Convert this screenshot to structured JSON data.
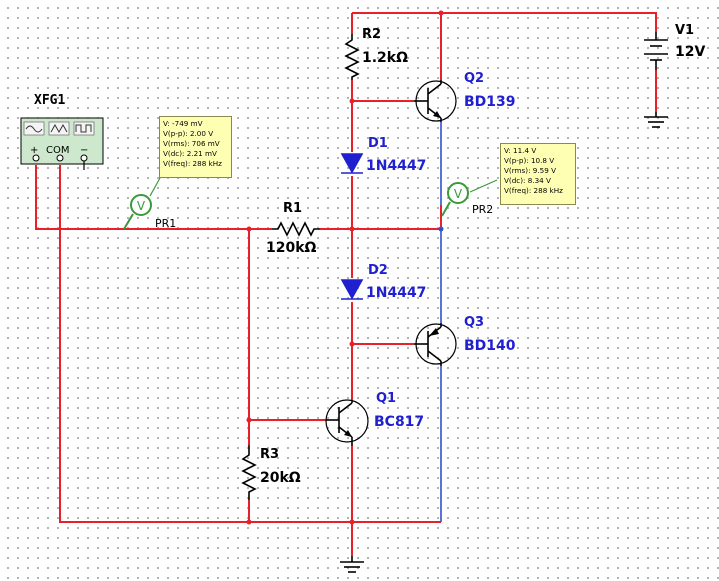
{
  "components": {
    "xfg1": {
      "ref": "XFG1",
      "plus": "+",
      "com": "COM",
      "minus": "−"
    },
    "v1": {
      "ref": "V1",
      "value": "12V"
    },
    "r1": {
      "ref": "R1",
      "value": "120kΩ"
    },
    "r2": {
      "ref": "R2",
      "value": "1.2kΩ"
    },
    "r3": {
      "ref": "R3",
      "value": "20kΩ"
    },
    "d1": {
      "ref": "D1",
      "value": "1N4447"
    },
    "d2": {
      "ref": "D2",
      "value": "1N4447"
    },
    "q1": {
      "ref": "Q1",
      "value": "BC817"
    },
    "q2": {
      "ref": "Q2",
      "value": "BD139"
    },
    "q3": {
      "ref": "Q3",
      "value": "BD140"
    }
  },
  "probes": {
    "pr1": {
      "label": "PR1",
      "symbol": "V",
      "readings": [
        "V: -749 mV",
        "V(p-p): 2.00 V",
        "V(rms): 706 mV",
        "V(dc): 2.21 mV",
        "V(freq): 288 kHz"
      ]
    },
    "pr2": {
      "label": "PR2",
      "symbol": "V",
      "readings": [
        "V: 11.4 V",
        "V(p-p): 10.8 V",
        "V(rms): 9.59 V",
        "V(dc): 8.34 V",
        "V(freq): 288 kHz"
      ]
    }
  },
  "colors": {
    "wire": "#e8202a",
    "output_wire": "#3050d0",
    "diode": "#2020d0",
    "probe_box": "#ffffb4",
    "probe_ring": "#3a9a3a",
    "generator_body": "#cde8cd"
  }
}
